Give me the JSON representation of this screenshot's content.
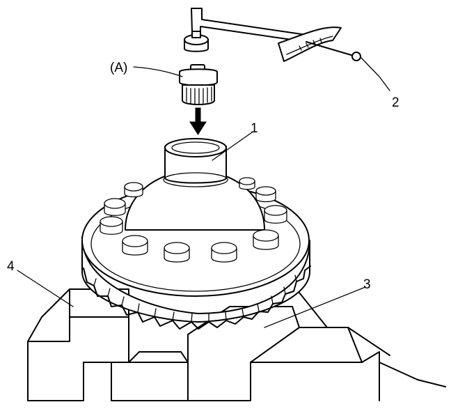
{
  "labels": {
    "tool_a": "(A)",
    "part_1": "1",
    "part_2": "2",
    "part_3": "3",
    "part_4": "4"
  },
  "parts": {
    "tool_a": "special-tool-icon",
    "part_1": "differential-case-icon",
    "part_2": "torque-wrench-icon",
    "part_3": "final-gear-icon",
    "part_4": "vise-icon"
  }
}
